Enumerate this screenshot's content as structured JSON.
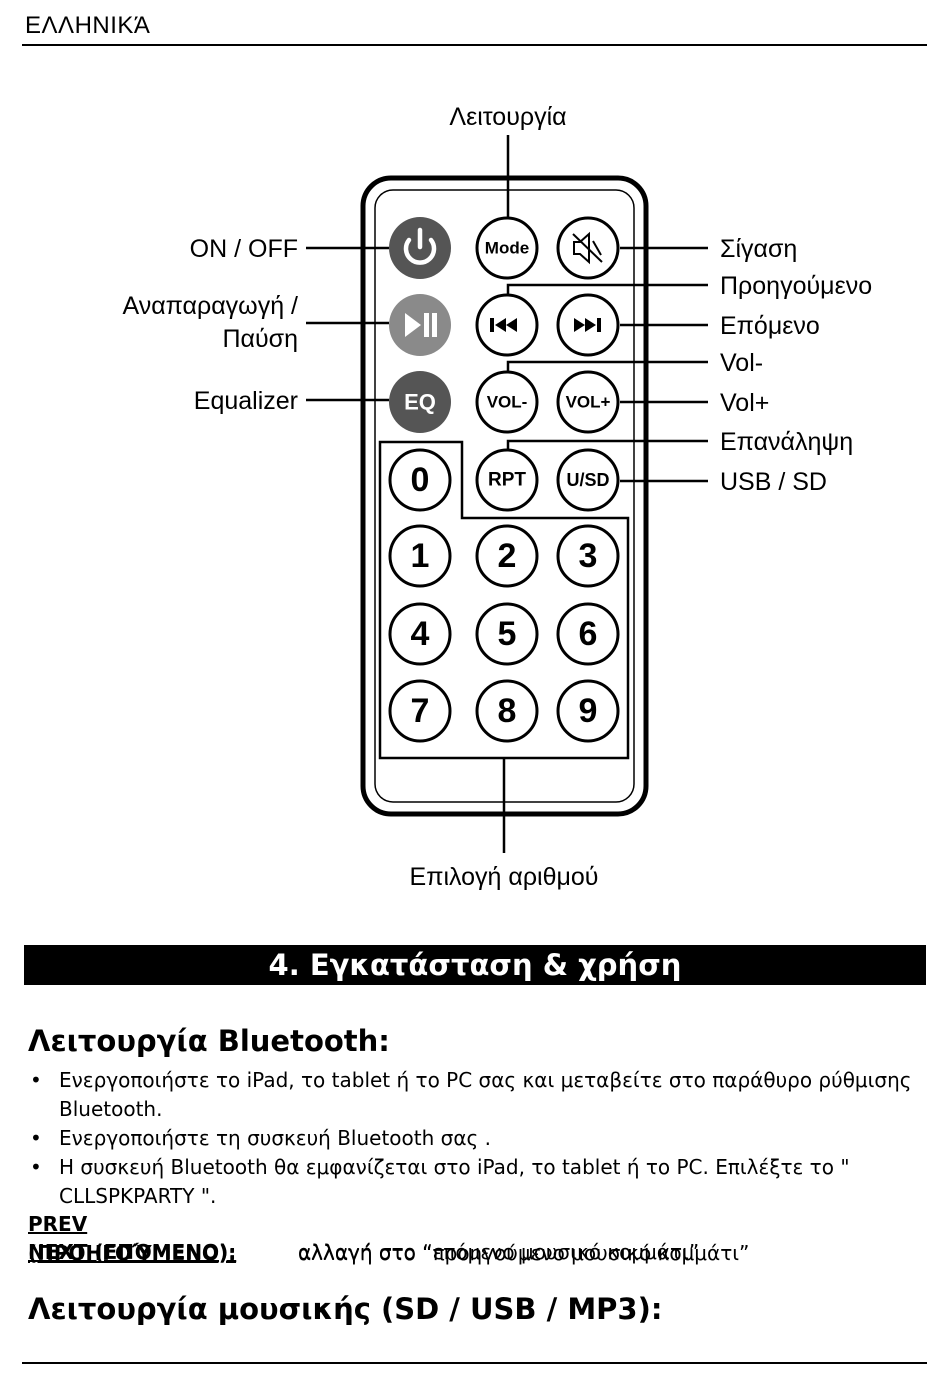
{
  "page": {
    "header": "ΕΛΛΗΝΙΚΆ"
  },
  "remote": {
    "labels": {
      "mode": "Λειτουργία",
      "on_off": "ON / OFF",
      "play_pause_1": "Αναπαραγωγή /",
      "play_pause_2": "Παύση",
      "equalizer": "Equalizer",
      "mute": "Σίγαση",
      "previous": "Προηγούμενο",
      "next": "Επόμενο",
      "vol_minus": "Vol-",
      "vol_plus": "Vol+",
      "repeat": "Επανάληψη",
      "usb_sd": "USB / SD",
      "number_select": "Επιλογή αριθμού"
    },
    "buttons": {
      "mode": "Mode",
      "eq": "EQ",
      "vol_minus": "VOL-",
      "vol_plus": "VOL+",
      "rpt": "RPT",
      "usd": "U/SD",
      "digits": [
        "0",
        "1",
        "2",
        "3",
        "4",
        "5",
        "6",
        "7",
        "8",
        "9"
      ]
    },
    "icons": {
      "power": "power-icon",
      "mute": "speaker-muted-icon",
      "play_pause": "play-pause-icon",
      "previous": "skip-previous-icon",
      "next": "skip-next-icon"
    },
    "colors": {
      "power_button": "#555555",
      "play_button": "#8a8a8a",
      "eq_button": "#555555"
    }
  },
  "section": {
    "title": "4.  Εγκατάσταση & χρήση"
  },
  "bluetooth": {
    "heading": "Λειτουργία Bluetooth:",
    "bullets": [
      "Ενεργοποιήστε το iPad, το tablet ή το PC σας και μεταβείτε στο παράθυρο ρύθμισης Bluetooth.",
      "Ενεργοποιήστε τη συσκευή Bluetooth σας .",
      "Η συσκευή Bluetooth θα εμφανίζεται στο iPad, το tablet ή το PC. Επιλέξτε το \" CLLSPKPARTY \"."
    ],
    "keys": [
      {
        "key": "PREV (ΠΡΟΗΓΟΎΜΕΝΟ):",
        "desc": "αλλαγή στο “προηγούμενο μουσικό κομμάτι”"
      },
      {
        "key": "NEXT (ΕΠΌΜΕΝΟ):",
        "desc": "αλλαγή στο “επόμενο μουσικό κομμάτι”"
      }
    ]
  },
  "music": {
    "heading": "Λειτουργία μουσικής (SD / USB / MP3):"
  }
}
